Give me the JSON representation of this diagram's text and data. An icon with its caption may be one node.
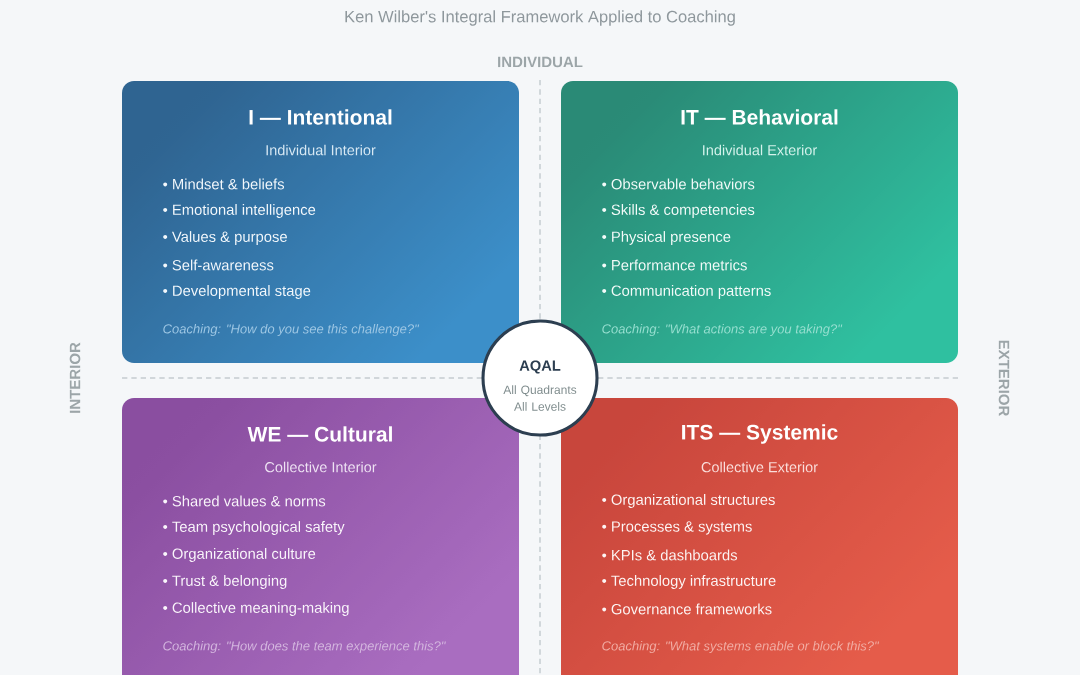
{
  "diagram": {
    "title": "Ken Wilber's Integral Framework Applied to Coaching",
    "nodes": [
      {
        "text": [
          "I — Intentional",
          "Individual Interior",
          "• Mindset & beliefs",
          "• Emotional intelligence",
          "• Values & purpose",
          "• Self-awareness",
          "• Developmental stage",
          "Coaching: \"How do you see this challenge?\""
        ]
      },
      {
        "text": [
          "IT — Behavioral",
          "Individual Exterior",
          "• Observable behaviors",
          "• Skills & competencies",
          "• Physical presence",
          "• Performance metrics",
          "• Communication patterns",
          "Coaching: \"What actions are you taking?\""
        ]
      },
      {
        "text": [
          "AQAL",
          "All Quadrants All Levels"
        ]
      },
      {
        "text": [
          "WE — Cultural",
          "Collective Interior",
          "• Shared values & norms",
          "• Team psychological safety",
          "• Organizational culture",
          "• Trust & belonging",
          "• Collective meaning-making",
          "Coaching: \"How does the team experience this?\""
        ]
      },
      {
        "text": [
          "ITS — Systemic",
          "Collective Exterior",
          "• Organizational structures",
          "• Processes & systems",
          "• KPIs & dashboards",
          "• Technology infrastructure",
          "• Governance frameworks",
          "Coaching: \"What systems enable or block this?\""
        ]
      }
    ],
    "labels": [
      "INDIVIDUAL",
      "INTERIOR",
      "EXTERIOR"
    ]
  }
}
